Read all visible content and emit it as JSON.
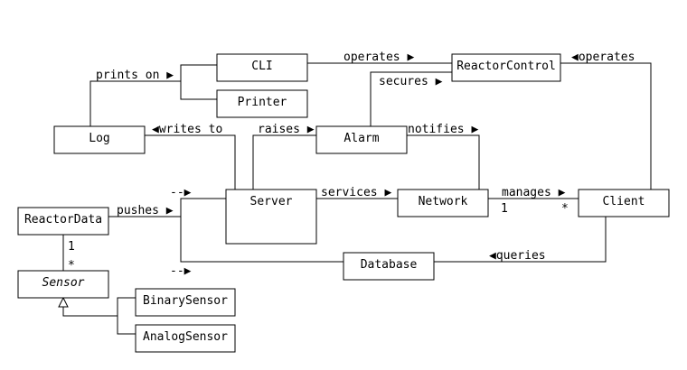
{
  "nodes": {
    "cli": "CLI",
    "printer": "Printer",
    "reactor_control": "ReactorControl",
    "log": "Log",
    "alarm": "Alarm",
    "server": "Server",
    "network": "Network",
    "client": "Client",
    "reactor_data": "ReactorData",
    "database": "Database",
    "sensor": "Sensor",
    "binary_sensor": "BinarySensor",
    "analog_sensor": "AnalogSensor"
  },
  "edges": {
    "prints_on": "prints on",
    "operates_cli": "operates",
    "operates_client": "operates",
    "secures": "secures",
    "writes_to": "writes to",
    "raises": "raises",
    "notifies": "notifies",
    "services": "services",
    "manages": "manages",
    "pushes": "pushes",
    "queries": "queries",
    "dash_top": "--",
    "dash_bottom": "--"
  },
  "multiplicities": {
    "reactordata_sensor_top": "1",
    "reactordata_sensor_bottom": "*",
    "network_client_left": "1",
    "network_client_right": "*"
  }
}
